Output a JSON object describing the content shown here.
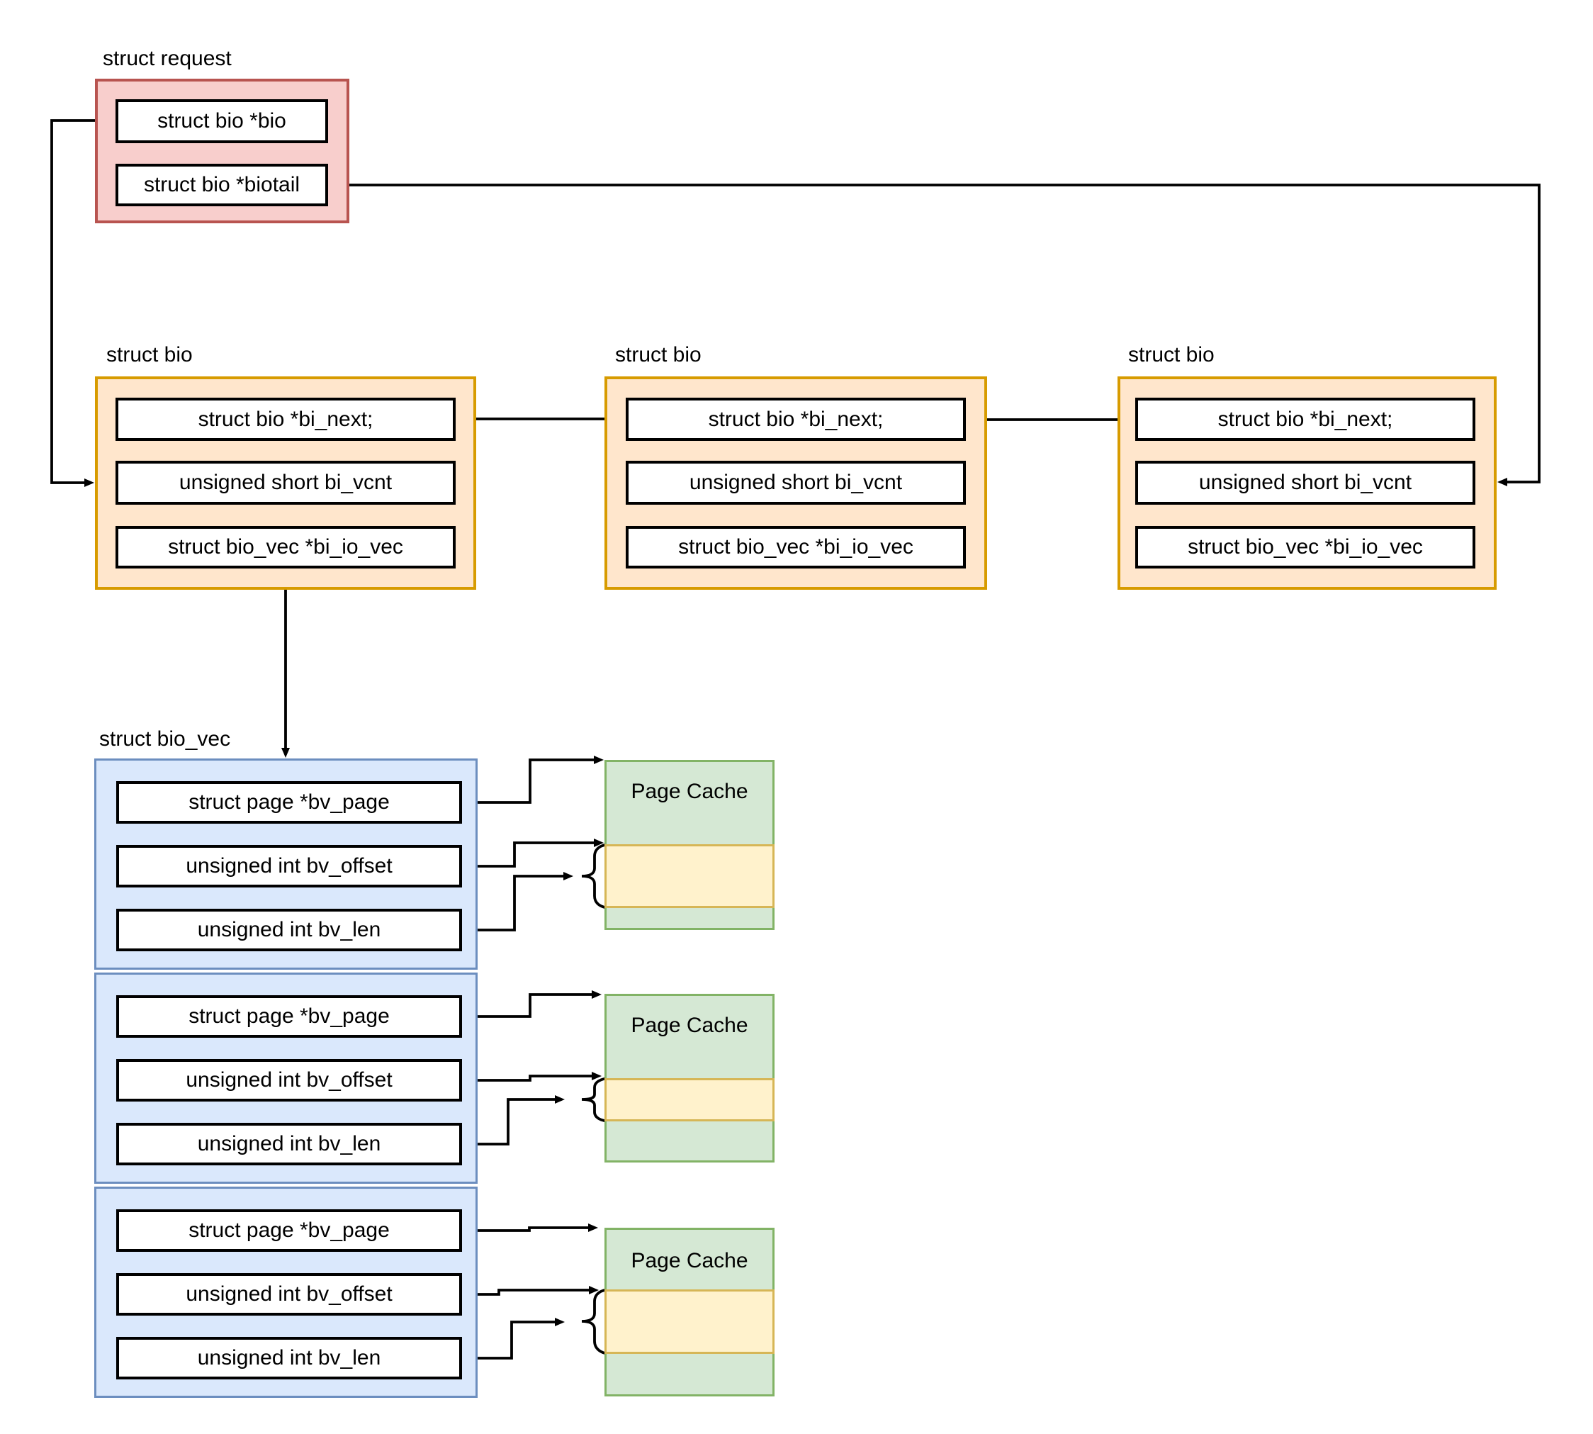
{
  "diagram": {
    "request": {
      "title": "struct request",
      "fields": [
        "struct bio *bio",
        "struct bio *biotail"
      ]
    },
    "bio": {
      "title": "struct bio",
      "instances": 3,
      "fields": [
        "struct bio *bi_next;",
        "unsigned short bi_vcnt",
        "struct bio_vec *bi_io_vec"
      ]
    },
    "bio_vec": {
      "title": "struct bio_vec",
      "instances": 3,
      "fields": [
        "struct page *bv_page",
        "unsigned int bv_offset",
        "unsigned int bv_len"
      ]
    },
    "page_cache": {
      "label": "Page Cache",
      "instances": 3
    },
    "colors": {
      "request_fill": "#f8cecc",
      "request_stroke": "#b85450",
      "bio_fill": "#ffe6cc",
      "bio_stroke": "#d79b00",
      "bio_vec_fill": "#dae8fc",
      "bio_vec_stroke": "#6c8ebf",
      "page_cache_fill": "#d5e8d4",
      "page_cache_stroke": "#82b366",
      "extent_fill": "#fff2cc",
      "extent_stroke": "#d6b656",
      "line": "#000000"
    }
  }
}
